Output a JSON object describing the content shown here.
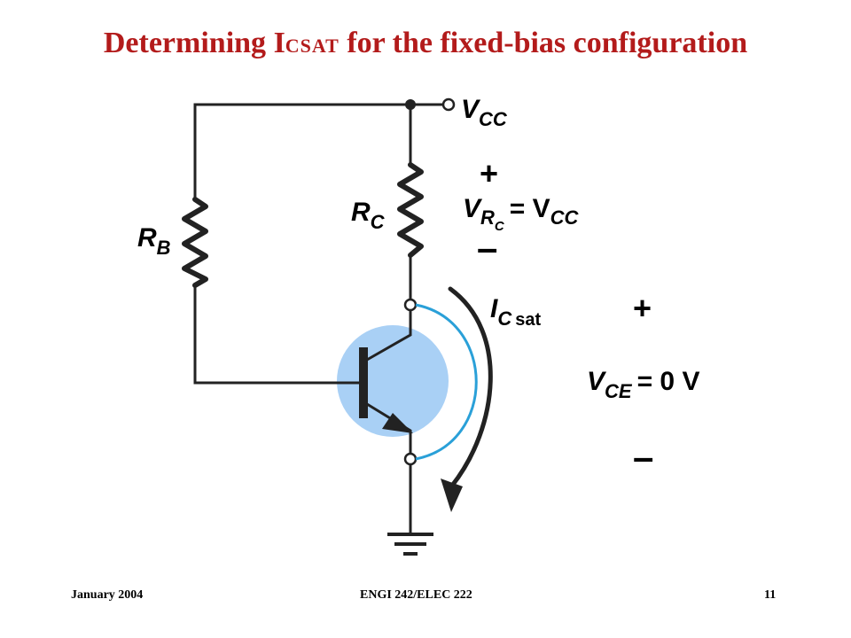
{
  "slide": {
    "title_prefix": "Determining ",
    "title_symbol_cap": "I",
    "title_symbol_sub": "CSAT",
    "title_suffix": " for the fixed-bias configuration"
  },
  "circuit": {
    "vcc_main": "V",
    "vcc_sub": "CC",
    "rb_main": "R",
    "rb_sub": "B",
    "rc_main": "R",
    "rc_sub": "C",
    "vrc_plus": "+",
    "vrc_minus": "–",
    "vrc_eq_main": "V",
    "vrc_eq_sub": "R",
    "vrc_eq_subsub": "C",
    "vrc_eq_rest": "= V",
    "vrc_eq_rest_sub": "CC",
    "ic_main": "I",
    "ic_sub": "C",
    "ic_sat": "sat",
    "vce_plus": "+",
    "vce_minus": "–",
    "vce_main": "V",
    "vce_sub": "CE",
    "vce_rest": "= 0 V"
  },
  "colors": {
    "title": "#b31b1b",
    "wire": "#222222",
    "highlight_fill": "#a9d0f5",
    "arc": "#2aa0d8"
  },
  "footer": {
    "date": "January 2004",
    "course": "ENGI 242/ELEC 222",
    "page": "11"
  }
}
